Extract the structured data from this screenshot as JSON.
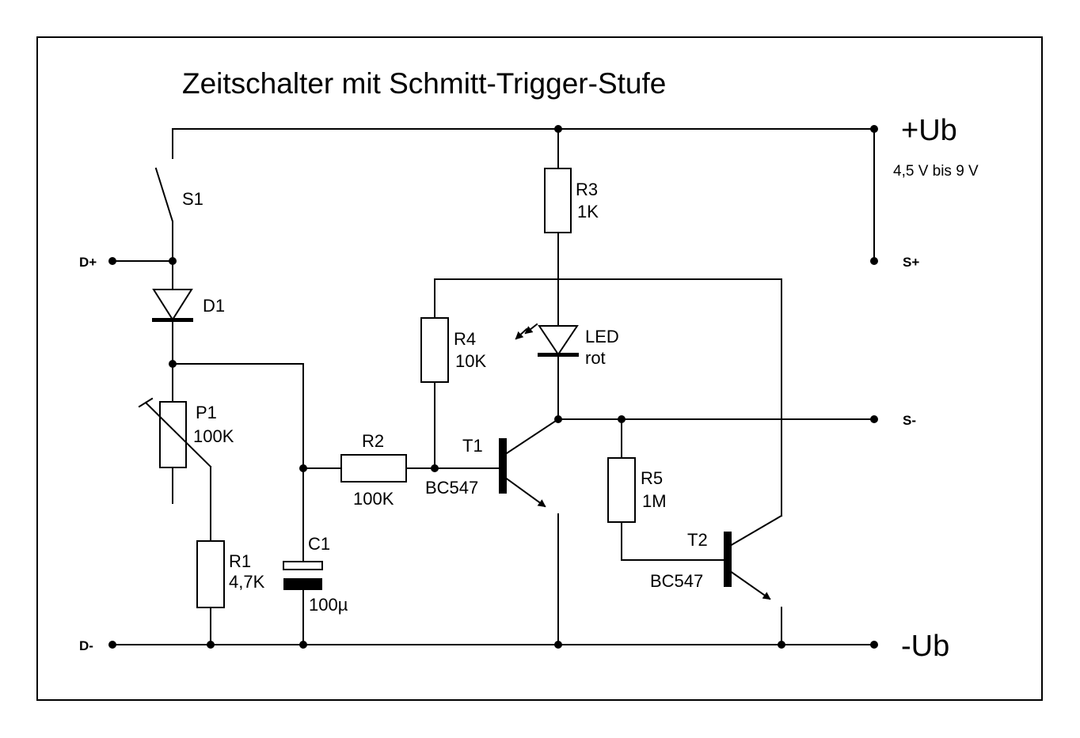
{
  "title": "Zeitschalter mit Schmitt-Trigger-Stufe",
  "supply": {
    "positive": "+Ub",
    "negative": "-Ub",
    "range": "4,5 V bis 9 V"
  },
  "terminals": {
    "d_plus": "D+",
    "d_minus": "D-",
    "s_plus": "S+",
    "s_minus": "S-"
  },
  "components": {
    "s1": {
      "name": "S1"
    },
    "d1": {
      "name": "D1"
    },
    "p1": {
      "name": "P1",
      "value": "100K"
    },
    "r1": {
      "name": "R1",
      "value": "4,7K"
    },
    "c1": {
      "name": "C1",
      "value": "100µ"
    },
    "r2": {
      "name": "R2",
      "value": "100K"
    },
    "r3": {
      "name": "R3",
      "value": "1K"
    },
    "r4": {
      "name": "R4",
      "value": "10K"
    },
    "r5": {
      "name": "R5",
      "value": "1M"
    },
    "led": {
      "name": "LED",
      "value": "rot"
    },
    "t1": {
      "name": "T1",
      "type": "BC547"
    },
    "t2": {
      "name": "T2",
      "type": "BC547"
    }
  }
}
